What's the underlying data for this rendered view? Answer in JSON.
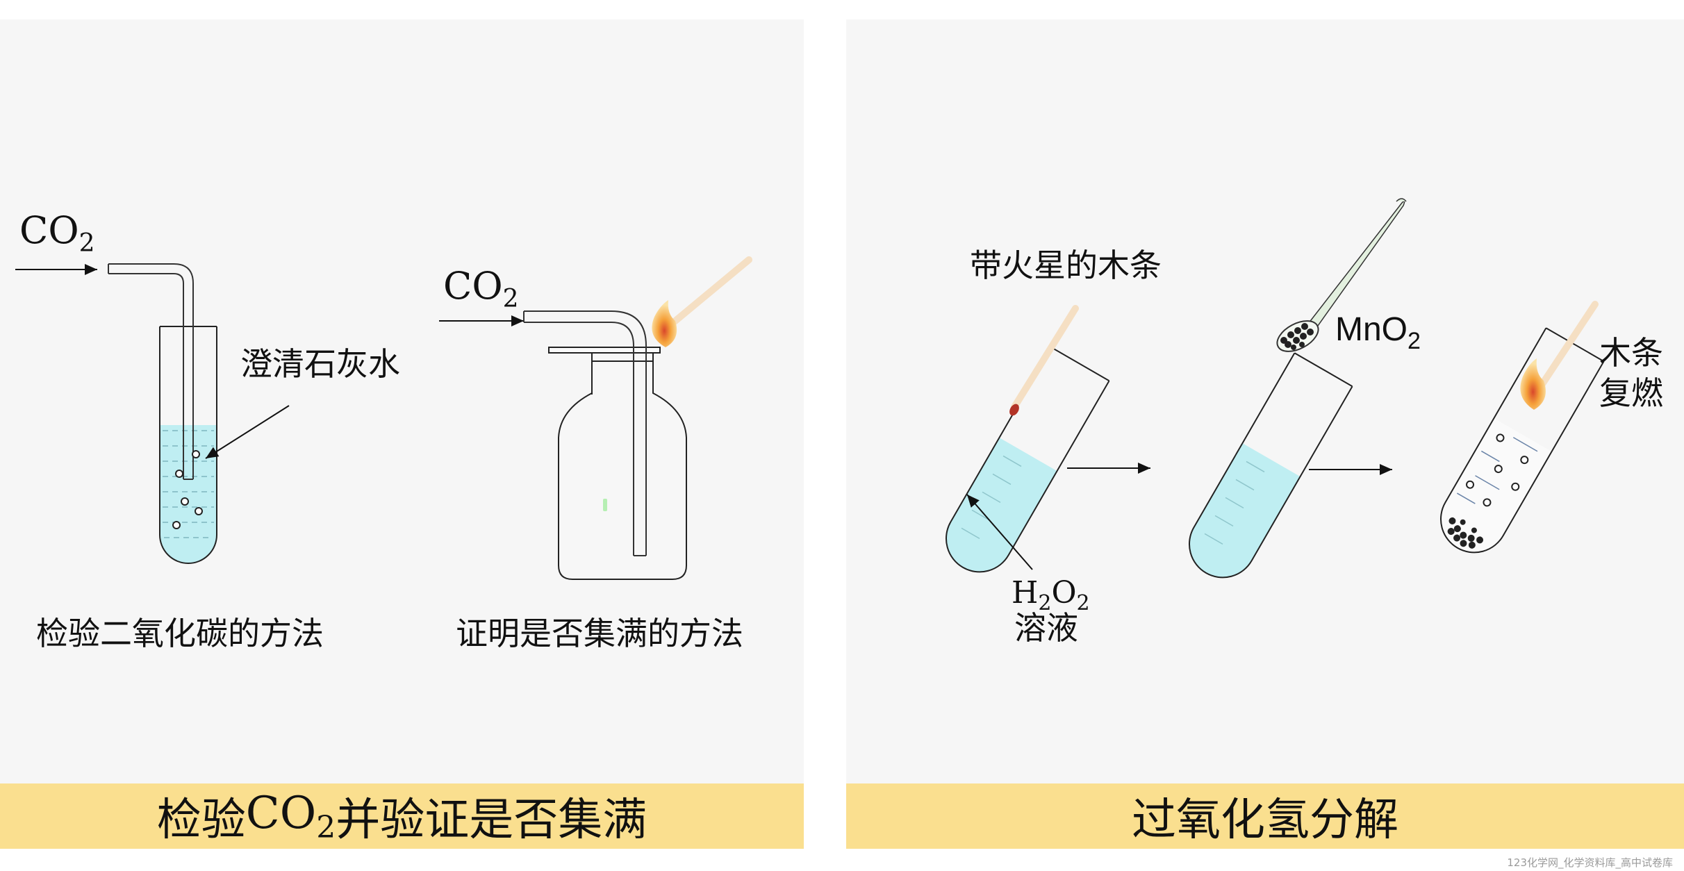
{
  "left_panel": {
    "label_co2_top": {
      "base": "CO",
      "sub": "2"
    },
    "label_co2_bottle": {
      "base": "CO",
      "sub": "2"
    },
    "label_limewater": "澄清石灰水",
    "caption_test": "检验二氧化碳的方法",
    "caption_full": "证明是否集满的方法",
    "banner": {
      "pre": "检验",
      "chem": "CO",
      "sub": "2",
      "post": "并验证是否集满"
    }
  },
  "right_panel": {
    "label_glowing_splint": "带火星的木条",
    "label_mno2": {
      "base": "MnO",
      "sub": "2"
    },
    "label_relight_1": "木条",
    "label_relight_2": "复燃",
    "label_h2o2": {
      "h": "H",
      "sub1": "2",
      "o": "O",
      "sub2": "2"
    },
    "label_solution": "溶液",
    "banner": "过氧化氢分解"
  },
  "watermark": "123化学网_化学资料库_高中试卷库",
  "colors": {
    "panel_bg": "#f6f6f6",
    "banner_bg": "#fadf8f",
    "liquid": "#bfeef2",
    "flame": "#f29a2e",
    "splint": "#f5dfc3"
  }
}
